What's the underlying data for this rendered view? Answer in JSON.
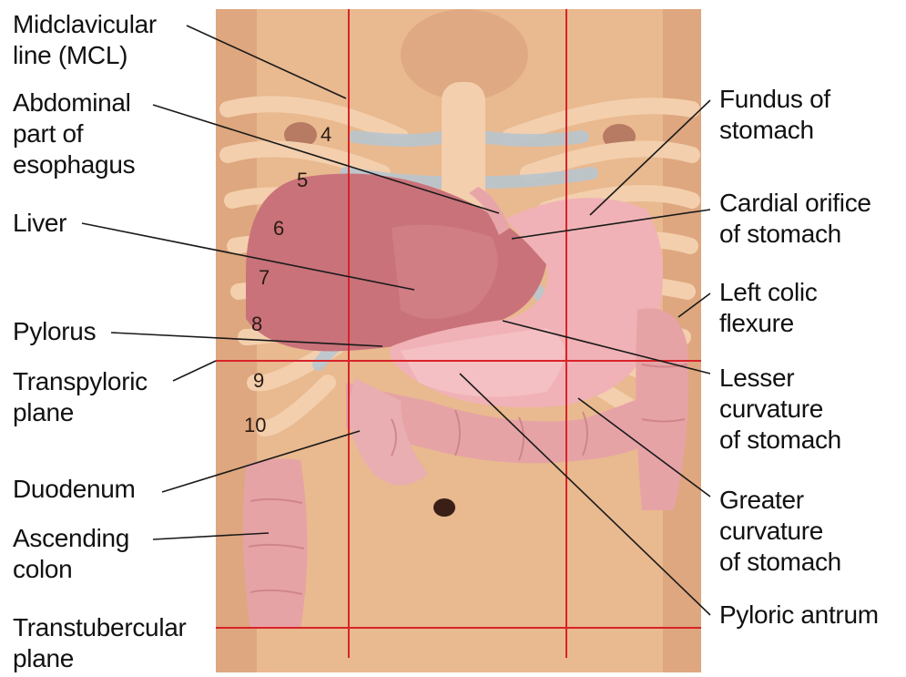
{
  "labels": {
    "midclavicular": [
      "Midclavicular",
      "line (MCL)"
    ],
    "esophagus": [
      "Abdominal",
      "part of",
      "esophagus"
    ],
    "liver": [
      "Liver"
    ],
    "pylorus": [
      "Pylorus"
    ],
    "transpyloric": [
      "Transpyloric",
      "plane"
    ],
    "duodenum": [
      "Duodenum"
    ],
    "ascending_colon": [
      "Ascending",
      "colon"
    ],
    "transtubercular": [
      "Transtubercular",
      "plane"
    ],
    "fundus": [
      "Fundus of",
      "stomach"
    ],
    "cardial": [
      "Cardial orifice",
      "of stomach"
    ],
    "left_colic": [
      "Left colic",
      "flexure"
    ],
    "lesser": [
      "Lesser",
      "curvature",
      "of stomach"
    ],
    "greater": [
      "Greater",
      "curvature",
      "of stomach"
    ],
    "pyloric_antrum": [
      "Pyloric antrum"
    ]
  },
  "rib_numbers": [
    "4",
    "5",
    "6",
    "7",
    "8",
    "9",
    "10"
  ],
  "colors": {
    "skin": "#e9b98f",
    "skin_shadow": "#c98c66",
    "rib": "#f3c9a3",
    "cartilage": "#b9c6cf",
    "liver": "#c9727a",
    "stomach": "#f0b2b6",
    "intestine": "#e6a3a6",
    "red_line": "#d8232a",
    "leader": "#1a1a1a"
  }
}
